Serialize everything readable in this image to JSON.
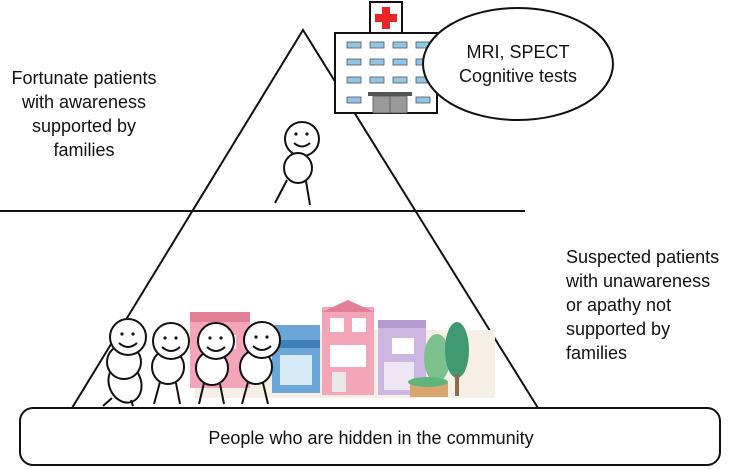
{
  "labels": {
    "top_left": "Fortunate patients\nwith awareness\nsupported by\nfamilies",
    "right": "Suspected patients\nwith unawareness\nor  apathy not\nsupported by\nfamilies",
    "bubble": "MRI, SPECT\nCognitive tests",
    "bottom_box": "People who are hidden in the community"
  },
  "colors": {
    "line": "#111111",
    "cross": "#e8262a",
    "window": "#8fc5e6",
    "tree_dark": "#3f9a72",
    "tree_light": "#7cc08e",
    "shop_pink": "#f4a6b8",
    "shop_blue": "#6aa6d8",
    "shop_lavender": "#cdb6e2",
    "brick": "#d9a46e"
  },
  "icons": {
    "hospital": "hospital-icon",
    "stick_figure": "stick-figure-icon",
    "town": "town-street-illustration"
  }
}
